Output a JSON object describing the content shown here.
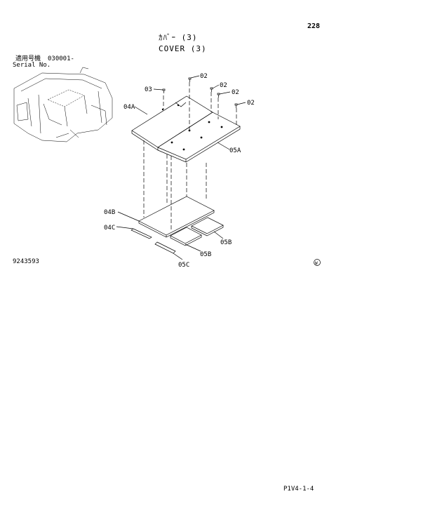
{
  "header": {
    "page_number": "228",
    "title_jp": "ｶﾊﾞｰ (3)",
    "title_en": "COVER (3)"
  },
  "serial": {
    "label_jp": "適用号機",
    "value": "030001-",
    "label_en": "Serial No."
  },
  "callouts": {
    "p02_a": "02",
    "p02_b": "02",
    "p02_c": "02",
    "p02_d": "02",
    "p03": "03",
    "p04a": "04A",
    "p05a": "05A",
    "p04b": "04B",
    "p04c": "04C",
    "p05b_a": "05B",
    "p05b_b": "05B",
    "p05c": "05C"
  },
  "drawing_number": "9243593",
  "page_code": "P1V4-1-4",
  "icons": {
    "stamp": "circled-w-mark-icon"
  }
}
